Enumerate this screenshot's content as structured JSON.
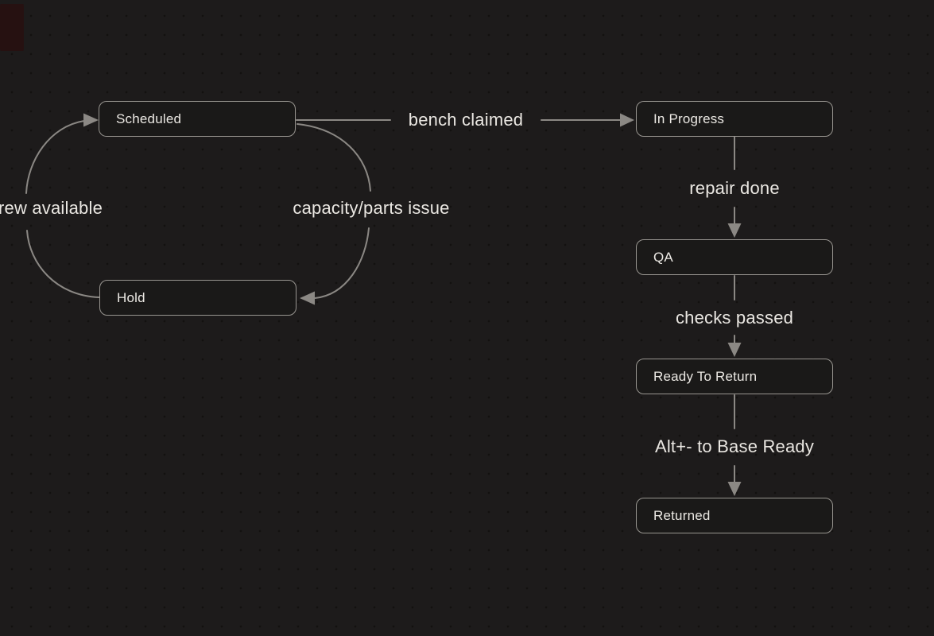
{
  "canvas": {
    "background": "#1d1b1b",
    "dot_grid_color": "#131110",
    "corner_marker_color": "#261111"
  },
  "colors": {
    "node_fill": "#1a1918",
    "node_border": "#989590",
    "node_text": "#ece9e4",
    "edge_line": "#8b8884",
    "edge_label_text": "#eae7e2"
  },
  "nodes": {
    "scheduled": {
      "label": "Scheduled"
    },
    "in_progress": {
      "label": "In Progress"
    },
    "qa": {
      "label": "QA"
    },
    "ready_to_return": {
      "label": "Ready To Return"
    },
    "returned": {
      "label": "Returned"
    },
    "hold": {
      "label": "Hold"
    }
  },
  "edges": {
    "bench_claimed": {
      "from": "Scheduled",
      "to": "In Progress",
      "label": "bench claimed"
    },
    "repair_done": {
      "from": "In Progress",
      "to": "QA",
      "label": "repair done"
    },
    "checks_passed": {
      "from": "QA",
      "to": "Ready To Return",
      "label": "checks passed"
    },
    "alt_to_base_ready": {
      "from": "Ready To Return",
      "to": "Returned",
      "label": "Alt+- to Base Ready"
    },
    "crew_available": {
      "from": "Hold",
      "to": "Scheduled",
      "label": "rew available"
    },
    "capacity_parts_issue": {
      "from": "Scheduled",
      "to": "Hold",
      "label": "capacity/parts issue"
    }
  }
}
